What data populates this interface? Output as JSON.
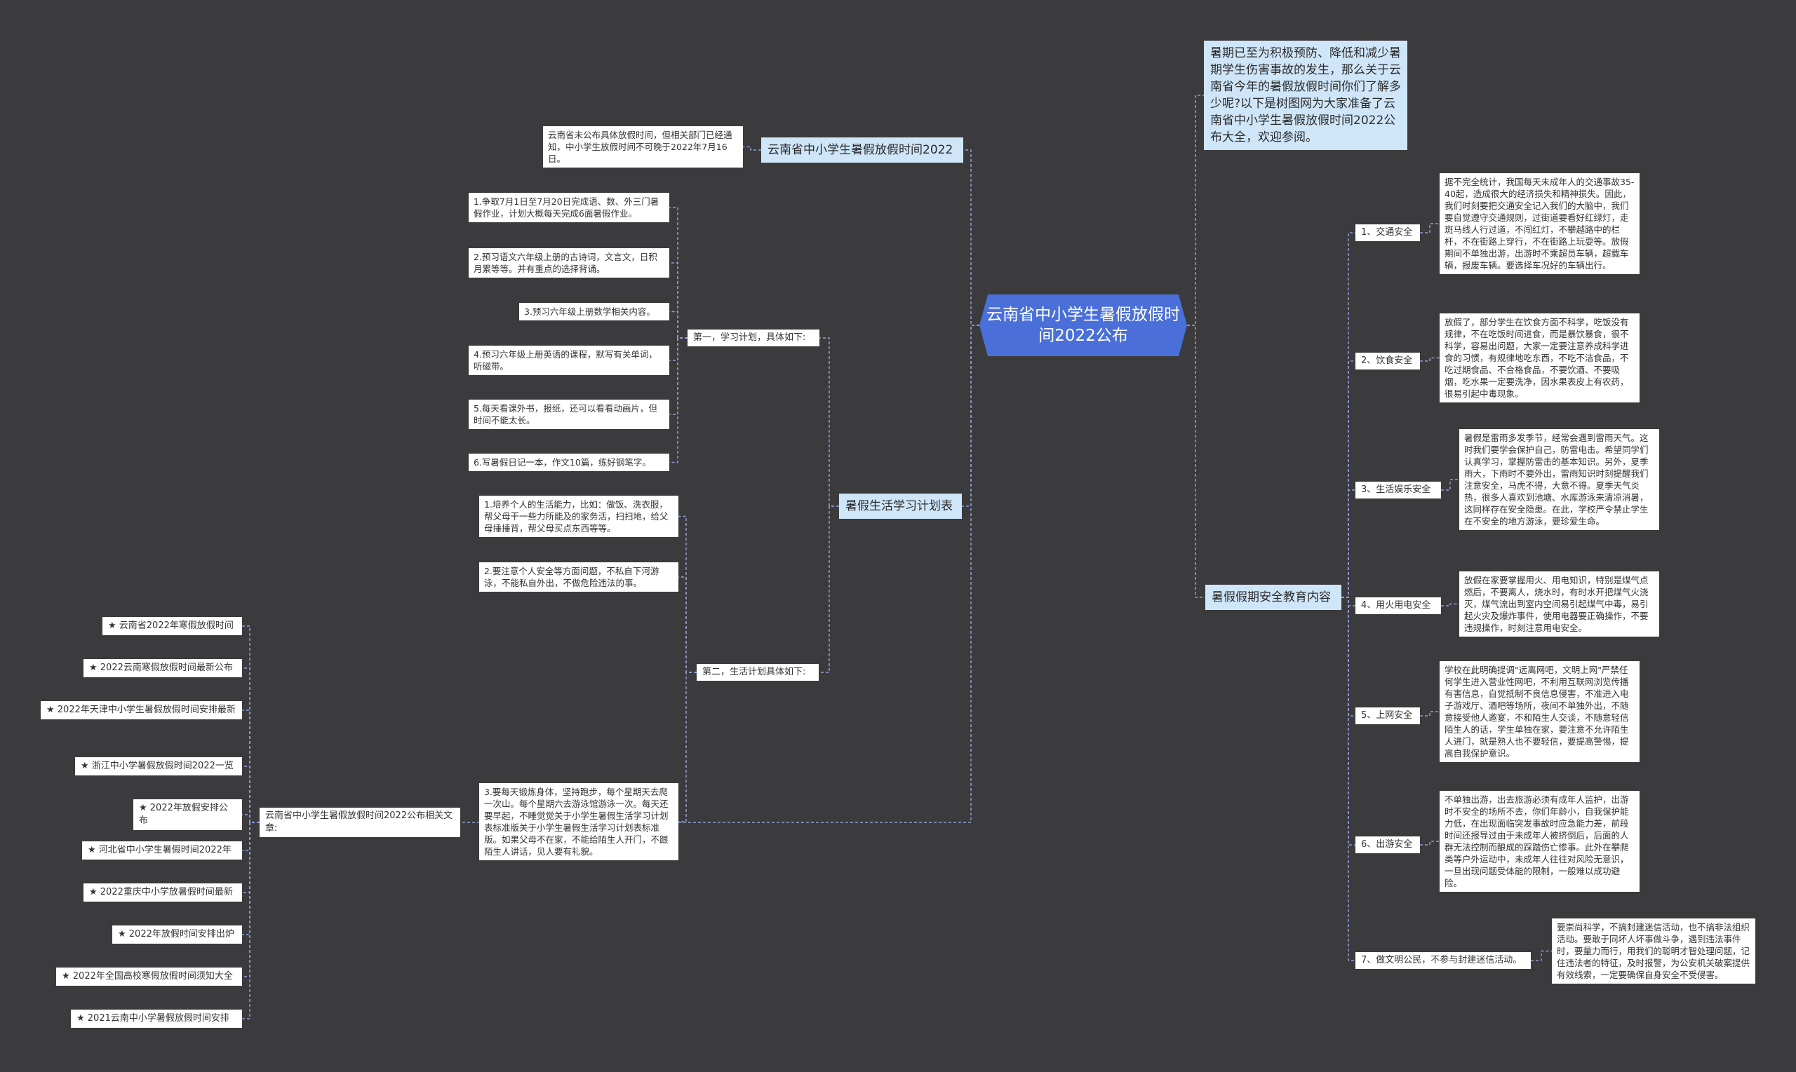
{
  "root": "云南省中小学生暑假放假时间2022公布",
  "intro": "暑期已至为积极预防、降低和减少暑期学生伤害事故的发生，那么关于云南省今年的暑假放假时间你们了解多少呢?以下是树图网为大家准备了云南省中小学生暑假放假时间2022公布大全，欢迎参阅。",
  "left": {
    "time": {
      "title": "云南省中小学生暑假放假时间2022",
      "detail": "云南省未公布具体放假时间，但相关部门已经通知，中小学生放假时间不可晚于2022年7月16日。"
    },
    "plan": {
      "title": "暑假生活学习计划表",
      "study": {
        "label": "第一，学习计划，具体如下:",
        "items": [
          "1.争取7月1日至7月20日完成语、数、外三门暑假作业，计划大概每天完成6面暑假作业。",
          "2.预习语文六年级上册的古诗词，文言文，日积月累等等。并有重点的选择背诵。",
          "3.预习六年级上册数学相关内容。",
          "4.预习六年级上册英语的课程，默写有关单词，听磁带。",
          "5.每天看课外书，报纸，还可以看看动画片，但时间不能太长。",
          "6.写暑假日记一本，作文10篇，练好钢笔字。"
        ]
      },
      "life": {
        "label": "第二，生活计划具体如下:",
        "items": [
          "1.培养个人的生活能力，比如：做饭、洗衣服，帮父母干一些力所能及的家务活，扫扫地，给父母捶捶背，帮父母买点东西等等。",
          "2.要注意个人安全等方面问题，不私自下河游泳，不能私自外出，不做危险违法的事。",
          "3.要每天锻炼身体，坚持跑步，每个星期天去爬一次山。每个星期六去游泳馆游泳一次。每天还要早起，不睡觉觉关于小学生暑假生活学习计划表标准版关于小学生暑假生活学习计划表标准版。如果父母不在家，不能给陌生人开门，不跟陌生人讲话，见人要有礼貌。"
        ]
      }
    },
    "related": {
      "title": "云南省中小学生暑假放假时间2022公布相关文章:",
      "items": [
        "★ 云南省2022年寒假放假时间",
        "★ 2022云南寒假放假时间最新公布",
        "★ 2022年天津中小学生暑假放假时间安排最新",
        "★ 浙江中小学暑假放假时间2022一览",
        "★ 2022年放假安排公布",
        "★ 河北省中小学生暑假时间2022年",
        "★ 2022重庆中小学放暑假时间最新",
        "★ 2022年放假时间安排出炉",
        "★ 2022年全国高校寒假放假时间须知大全",
        "★ 2021云南中小学暑假放假时间安排"
      ]
    }
  },
  "right": {
    "safety": {
      "title": "暑假假期安全教育内容",
      "items": [
        {
          "label": "1、交通安全",
          "detail": "据不完全统计，我国每天未成年人的交通事故35-40起，造成很大的经济损失和精神损失。因此，我们时刻要把交通安全记入我们的大脑中，我们要自觉遵守交通规则，过街道要看好红绿灯，走斑马线人行过道，不闯红灯，不攀越路中的栏杆，不在街路上穿行，不在街路上玩耍等。放假期间不单独出游，出游时不乘超员车辆，超载车辆，报废车辆。要选择车况好的车辆出行。"
        },
        {
          "label": "2、饮食安全",
          "detail": "放假了，部分学生在饮食方面不科学，吃饭没有规律，不在吃饭时间进食，而是暴饮暴食，很不科学，容易出问题，大家一定要注意养成科学进食的习惯，有规律地吃东西，不吃不洁食品，不吃过期食品、不合格食品，不要饮酒、不要吸烟，吃水果一定要洗净，因水果表皮上有农药，很易引起中毒现象。"
        },
        {
          "label": "3、生活娱乐安全",
          "detail": "暑假是雷雨多发季节，经常会遇到雷雨天气。这时我们要学会保护自己，防雷电击。希望同学们认真学习，掌握防雷击的基本知识。另外，夏季雨大，下雨时不要外出，雷雨知识时刻提醒我们注意安全，马虎不得，大意不得。夏季天气炎热，很多人喜欢到池塘、水库游泳来清凉消暑，这同样存在安全隐患。在此，学校严令禁止学生在不安全的地方游泳，要珍爱生命。"
        },
        {
          "label": "4、用火用电安全",
          "detail": "放假在家要掌握用火、用电知识，特别是煤气点燃后，不要离人，烧水时，有时水开把煤气火浇灭，煤气流出到室内空间易引起煤气中毒，易引起火灾及爆炸事件，使用电器要正确操作，不要违规操作，时刻注意用电安全。"
        },
        {
          "label": "5、上网安全",
          "detail": "学校在此明确提调\"远离网吧，文明上网\"严禁任何学生进入营业性网吧，不利用互联网浏览传播有害信息，自觉抵制不良信息侵害，不准进入电子游戏厅、酒吧等场所，夜间不单独外出，不随意接受他人邀宴，不和陌生人交谈，不随意轻信陌生人的话，学生单独在家，要注意不允许陌生人进门，就是熟人也不要轻信，要提高警惕，提高自我保护意识。"
        },
        {
          "label": "6、出游安全",
          "detail": "不单独出游，出去旅游必须有成年人监护，出游时不安全的场所不去，你们年龄小，自我保护能力低，在出现面临突发事故时应急能力差，前段时间还报导过由于未成年人被挤倒后，后面的人群无法控制而酿成的踩踏伤亡惨事。此外在攀爬类等户外运动中，未成年人往往对风险无意识，一旦出现问题受体能的限制，一般难以成功避险。"
        },
        {
          "label": "7、做文明公民，不参与封建迷信活动。",
          "detail": "要崇尚科学，不搞封建迷信活动，也不搞非法组织活动。要敢于同坏人坏事做斗争，遇到违法事件时，要量力而行，用我们的聪明才智处理问题，记住违法者的特征，及时报警，为公安机关破案提供有效线索，一定要确保自身安全不受侵害。"
        }
      ]
    }
  },
  "colors": {
    "background": "#3b3b3d",
    "root": "#4a6fd8",
    "level1": "#cfe6f9",
    "leaf": "#ffffff",
    "connector": "#8f9fd8"
  }
}
